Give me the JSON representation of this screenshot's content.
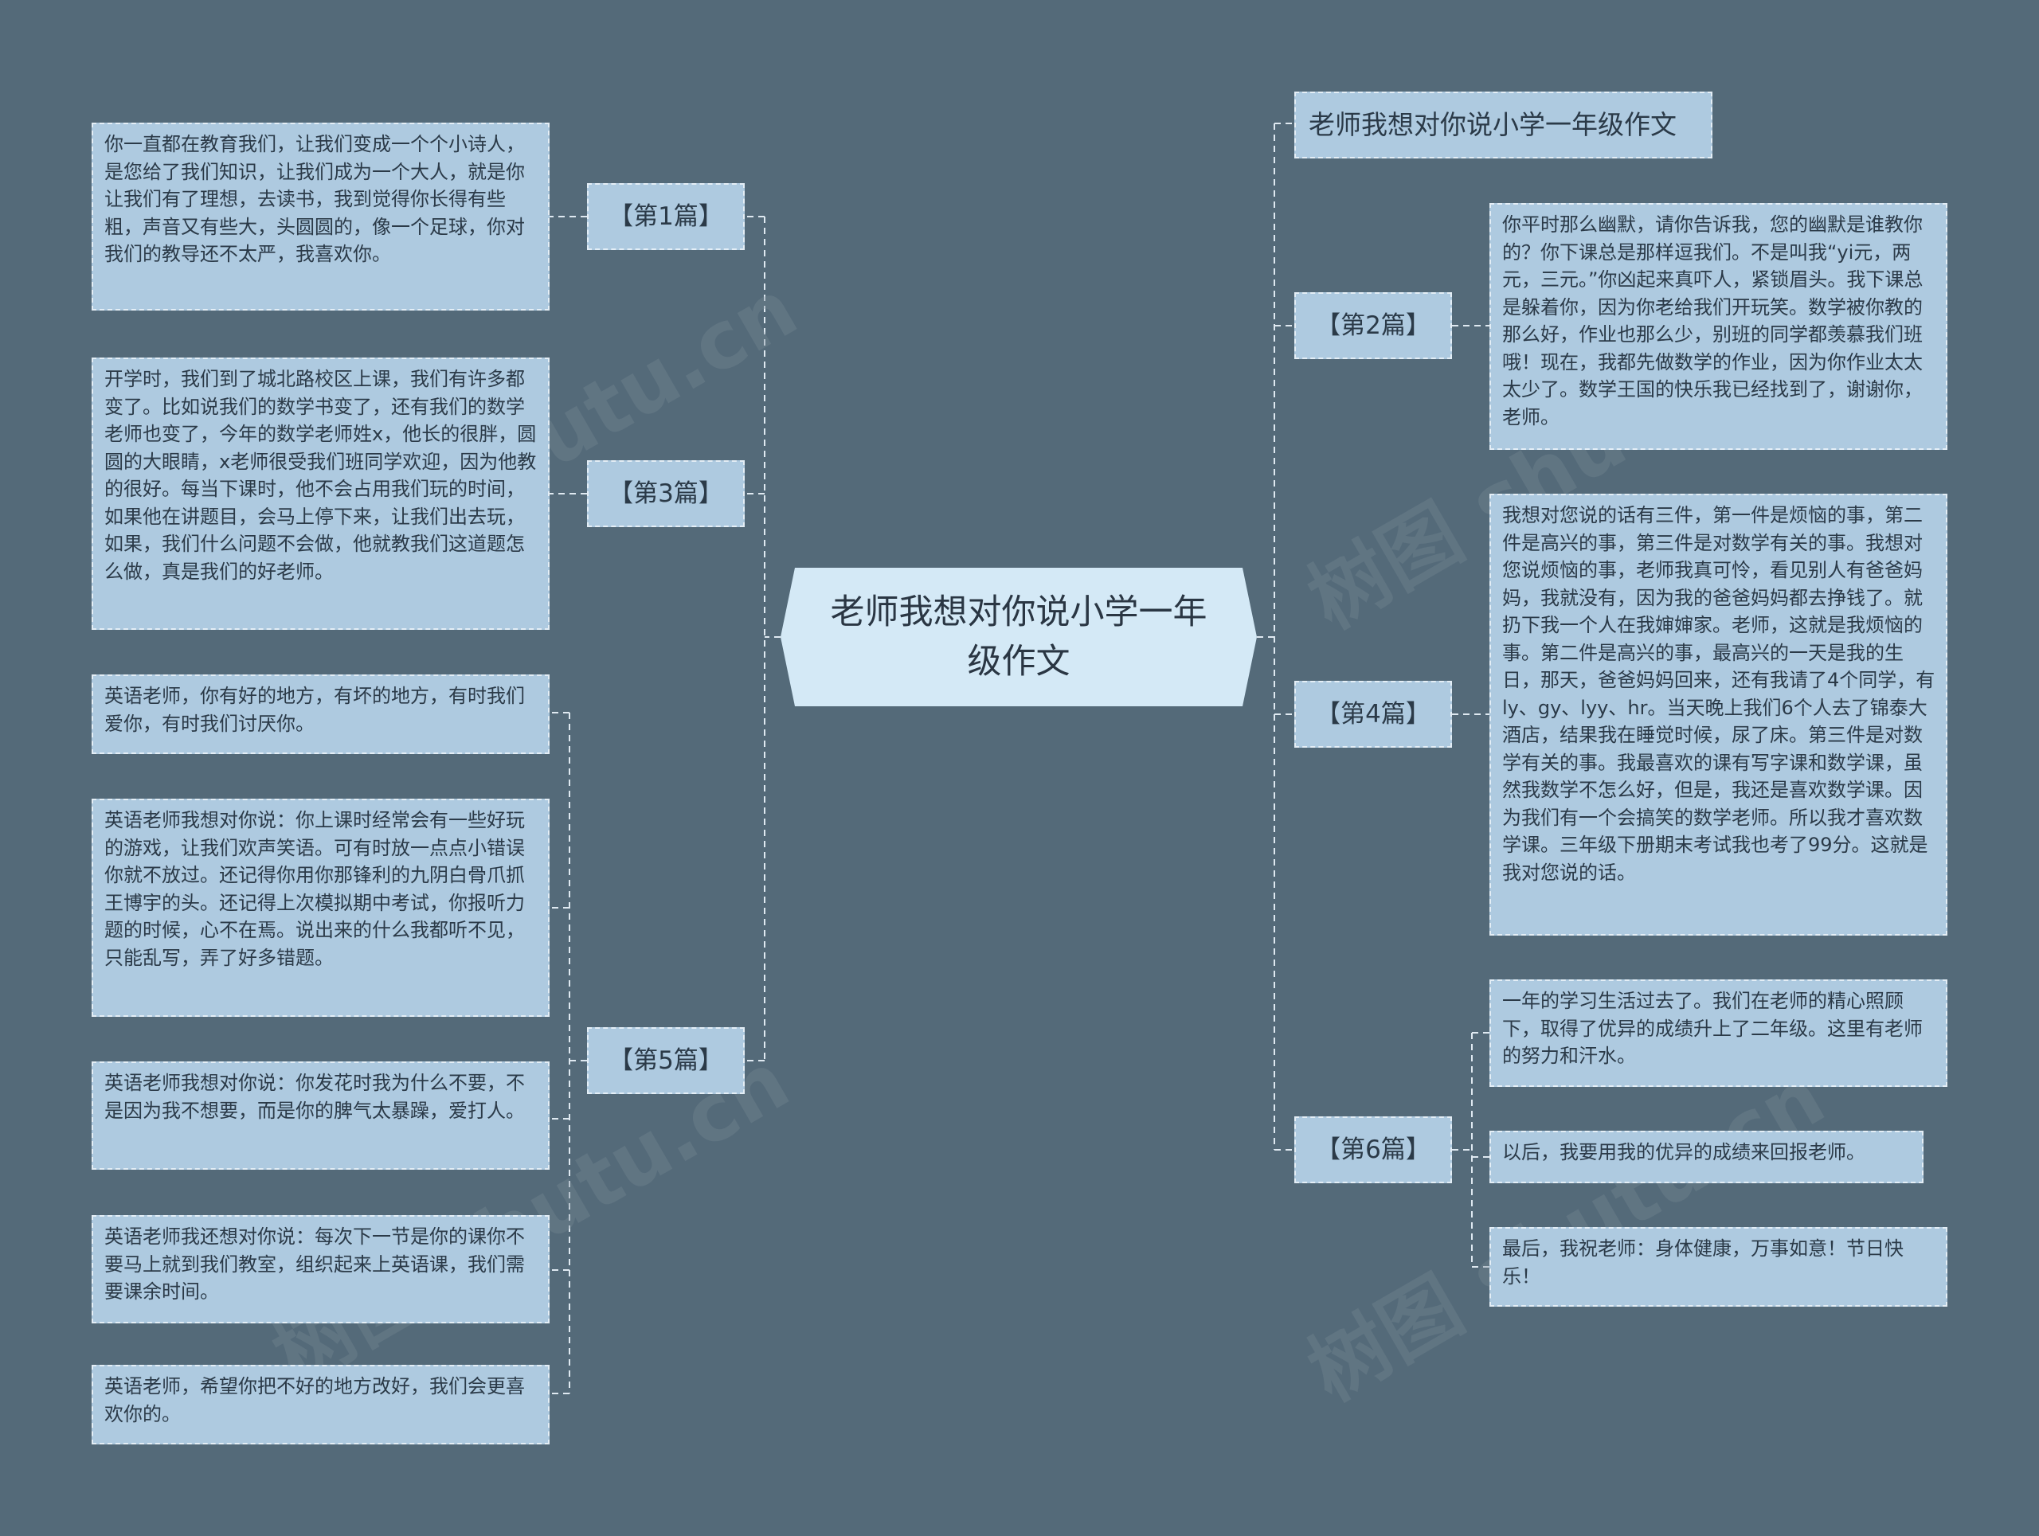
{
  "root": {
    "title": "老师我想对你说小学一年级作文"
  },
  "right_title": "老师我想对你说小学一年级作文",
  "branches": {
    "p1": {
      "label": "【第1篇】",
      "texts": [
        "你一直都在教育我们，让我们变成一个个小诗人，是您给了我们知识，让我们成为一个大人，就是你让我们有了理想，去读书，我到觉得你长得有些粗，声音又有些大，头圆圆的，像一个足球，你对我们的教导还不太严，我喜欢你。"
      ]
    },
    "p3": {
      "label": "【第3篇】",
      "texts": [
        "开学时，我们到了城北路校区上课，我们有许多都变了。比如说我们的数学书变了，还有我们的数学老师也变了，今年的数学老师姓x，他长的很胖，圆圆的大眼睛，x老师很受我们班同学欢迎，因为他教的很好。每当下课时，他不会占用我们玩的时间，如果他在讲题目，会马上停下来，让我们出去玩，如果，我们什么问题不会做，他就教我们这道题怎么做，真是我们的好老师。"
      ]
    },
    "p5": {
      "label": "【第5篇】",
      "texts": [
        "英语老师，你有好的地方，有坏的地方，有时我们爱你，有时我们讨厌你。",
        "英语老师我想对你说：你上课时经常会有一些好玩的游戏，让我们欢声笑语。可有时放一点点小错误你就不放过。还记得你用你那锋利的九阴白骨爪抓王博宇的头。还记得上次模拟期中考试，你报听力题的时候，心不在焉。说出来的什么我都听不见，只能乱写，弄了好多错题。",
        "英语老师我想对你说：你发花时我为什么不要，不是因为我不想要，而是你的脾气太暴躁，爱打人。",
        "英语老师我还想对你说：每次下一节是你的课你不要马上就到我们教室，组织起来上英语课，我们需要课余时间。",
        "英语老师，希望你把不好的地方改好，我们会更喜欢你的。"
      ]
    },
    "p2": {
      "label": "【第2篇】",
      "texts": [
        "你平时那么幽默，请你告诉我，您的幽默是谁教你的？你下课总是那样逗我们。不是叫我“yi元，两元，三元。”你凶起来真吓人，紧锁眉头。我下课总是躲着你，因为你老给我们开玩笑。数学被你教的那么好，作业也那么少，别班的同学都羡慕我们班哦！现在，我都先做数学的作业，因为你作业太太太少了。数学王国的快乐我已经找到了，谢谢你，老师。"
      ]
    },
    "p4": {
      "label": "【第4篇】",
      "texts": [
        "我想对您说的话有三件，第一件是烦恼的事，第二件是高兴的事，第三件是对数学有关的事。我想对您说烦恼的事，老师我真可怜，看见别人有爸爸妈妈，我就没有，因为我的爸爸妈妈都去挣钱了。就扔下我一个人在我婶婶家。老师，这就是我烦恼的事。第二件是高兴的事，最高兴的一天是我的生日，那天，爸爸妈妈回来，还有我请了4个同学，有ly、gy、lyy、hr。当天晚上我们6个人去了锦泰大酒店，结果我在睡觉时候，尿了床。第三件是对数学有关的事。我最喜欢的课有写字课和数学课，虽然我数学不怎么好，但是，我还是喜欢数学课。因为我们有一个会搞笑的数学老师。所以我才喜欢数学课。三年级下册期末考试我也考了99分。这就是我对您说的话。"
      ]
    },
    "p6": {
      "label": "【第6篇】",
      "texts": [
        "一年的学习生活过去了。我们在老师的精心照顾下，取得了优异的成绩升上了二年级。这里有老师的努力和汗水。",
        "以后，我要用我的优异的成绩来回报老师。",
        "最后，我祝老师：身体健康，万事如意！节日快乐！"
      ]
    }
  },
  "watermark": "树图 shutu.cn",
  "colors": {
    "background": "#546a79",
    "node": "#aecae0",
    "root": "#d4e9f6",
    "line": "#dfe9f1"
  }
}
